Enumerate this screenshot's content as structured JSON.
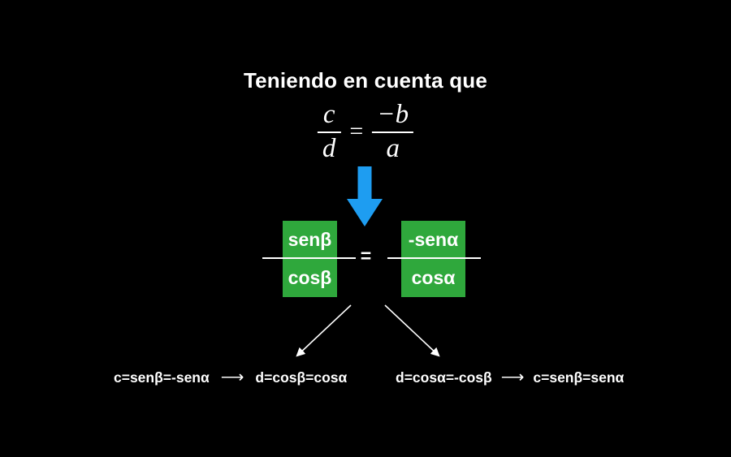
{
  "slide": {
    "title": "Teniendo en cuenta que",
    "colors": {
      "background": "#000000",
      "text": "#ffffff",
      "green": "#2fa83c",
      "blue": "#1e9df1"
    },
    "premise_equation": {
      "left_numerator": "c",
      "left_denominator": "d",
      "equals": "=",
      "right_numerator": "−b",
      "right_denominator": "a"
    },
    "identity": {
      "left_numerator": "senβ",
      "left_denominator": "cosβ",
      "equals": "=",
      "right_numerator": "-senα",
      "right_denominator": "cosα"
    },
    "conclusions": {
      "left": {
        "from": "c=senβ=-senα",
        "arrow": "⟶",
        "to": "d=cosβ=cosα"
      },
      "right": {
        "from": "d=cosα=-cosβ",
        "arrow": "⟶",
        "to": "c=senβ=senα"
      }
    }
  }
}
